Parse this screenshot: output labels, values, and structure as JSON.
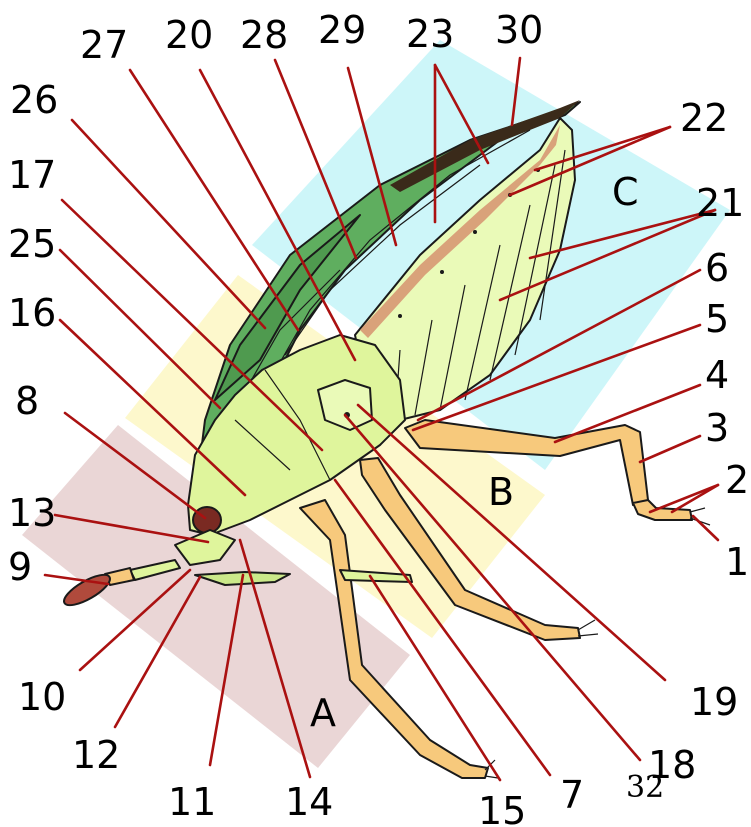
{
  "regions": [
    {
      "id": "A",
      "label": "A",
      "color": "#e8d2d2"
    },
    {
      "id": "B",
      "label": "B",
      "color": "#fdf7c6"
    },
    {
      "id": "C",
      "label": "C",
      "color": "#c8f5f8"
    }
  ],
  "labels": [
    "1",
    "2",
    "3",
    "4",
    "5",
    "6",
    "7",
    "8",
    "9",
    "10",
    "11",
    "12",
    "13",
    "14",
    "15",
    "16",
    "17",
    "18",
    "19",
    "20",
    "21",
    "22",
    "23",
    "25",
    "26",
    "27",
    "28",
    "29",
    "30"
  ],
  "page_number": "32",
  "colors": {
    "leader": "#aa1111",
    "wing_dark": "#4f9a4f",
    "wing_mid": "#5fae5f",
    "body_light": "#eafab8",
    "leg": "#f7c97c",
    "eye": "#7a2a22",
    "antenna_tip": "#b04a3c"
  }
}
